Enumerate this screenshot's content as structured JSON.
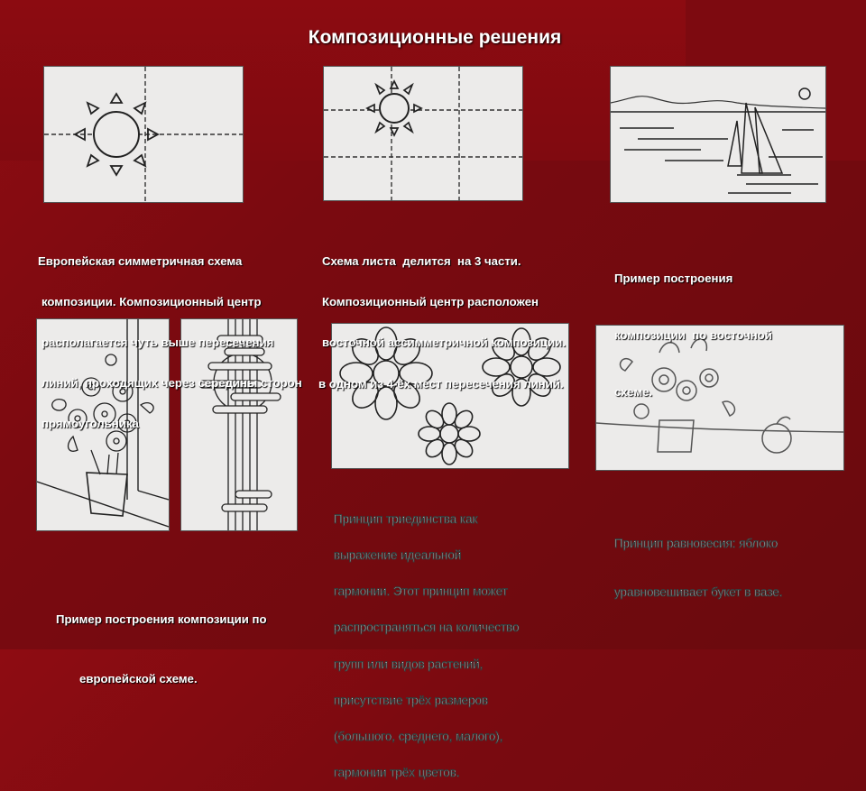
{
  "slide": {
    "title": "Композиционные решения",
    "captions": {
      "european_symmetric": [
        "Европейская симметричная схема",
        "композиции. Композиционный центр",
        "располагается чуть выше пересечения",
        "линий, проходящих через середины сторон",
        "прямоугольника"
      ],
      "sheet_three_parts": [
        "Схема листа  делится  на 3 части.",
        "Композиционный центр расположен",
        "восточной ассимметричной композиции.",
        "в одном из 4-ёх мест пересечения линий."
      ],
      "eastern_example": [
        "Пример построения",
        "композиции  по восточной",
        "схеме."
      ],
      "european_example": [
        "Пример построения композиции по",
        "европейской схеме."
      ],
      "trinity_principle": [
        "Принцип триединства как",
        "выражение идеальной",
        "гармонии. Этот принцип может",
        "распространяться на количество",
        "групп или видов растений,",
        "присутствие трёх размеров",
        "(большого, среднего, малого),",
        "гармонии трёх цветов."
      ],
      "balance_principle": [
        "Принцип равновесия: яблоко",
        "уравновешивает букет в вазе."
      ]
    }
  }
}
